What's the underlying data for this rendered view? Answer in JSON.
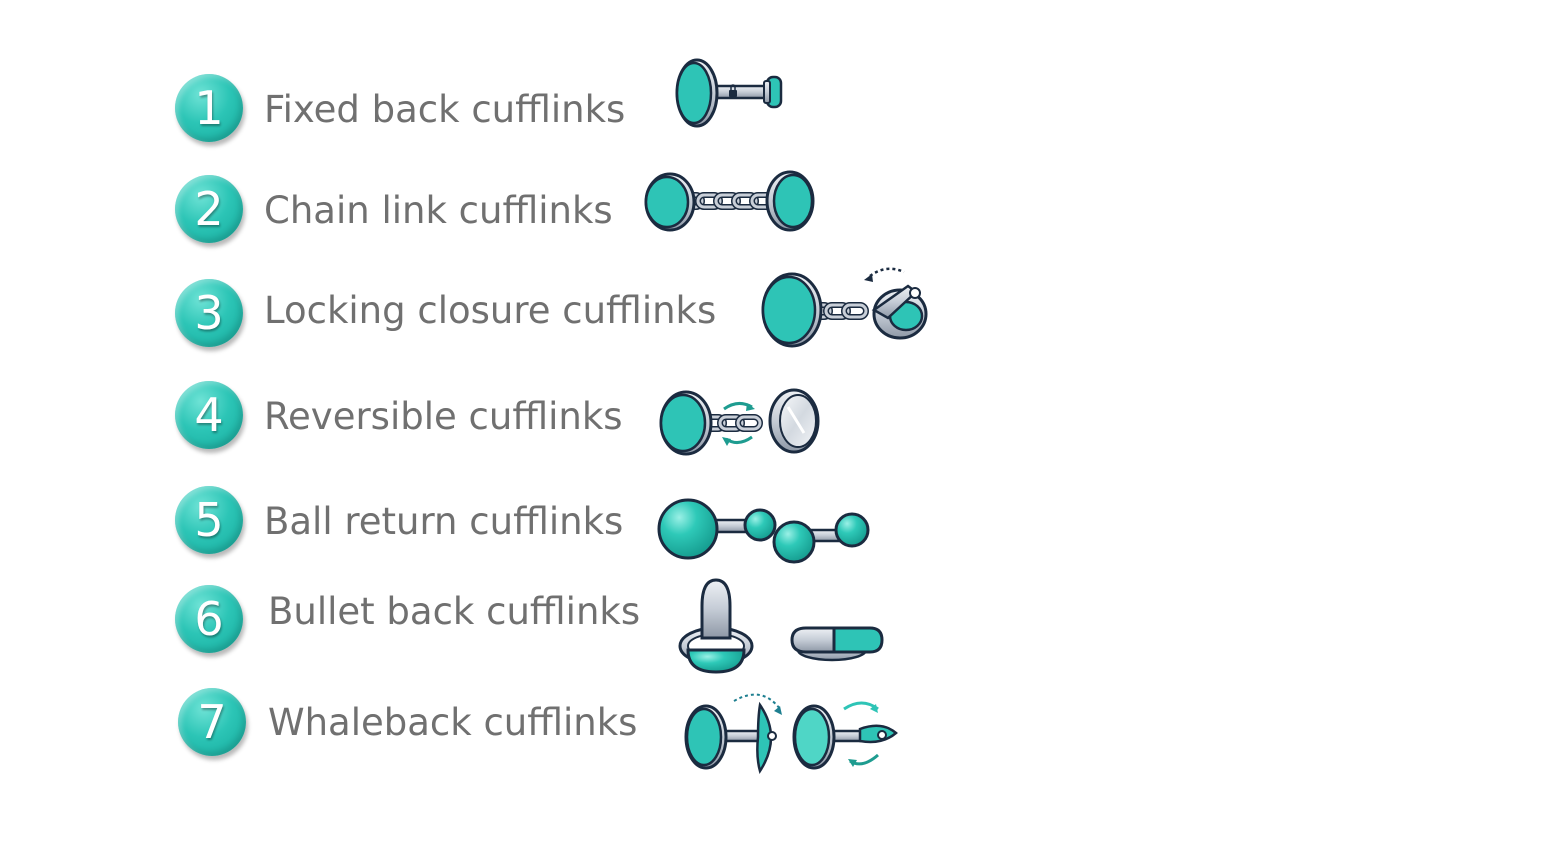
{
  "items": [
    {
      "number": "1",
      "label": "Fixed back cufflinks",
      "icon": "fixed-back-cufflink-icon"
    },
    {
      "number": "2",
      "label": "Chain link cufflinks",
      "icon": "chain-link-cufflink-icon"
    },
    {
      "number": "3",
      "label": "Locking closure cufflinks",
      "icon": "locking-closure-cufflink-icon"
    },
    {
      "number": "4",
      "label": "Reversible cufflinks",
      "icon": "reversible-cufflink-icon"
    },
    {
      "number": "5",
      "label": "Ball return cufflinks",
      "icon": "ball-return-cufflink-icon"
    },
    {
      "number": "6",
      "label": "Bullet back cufflinks",
      "icon": "bullet-back-cufflink-icon"
    },
    {
      "number": "7",
      "label": "Whaleback cufflinks",
      "icon": "whaleback-cufflink-icon"
    }
  ],
  "colors": {
    "badge": "#2cc5b6",
    "teal": "#2ec4b6",
    "outline": "#1b2b40",
    "metal": "#c9cfd8",
    "label": "#707070"
  }
}
